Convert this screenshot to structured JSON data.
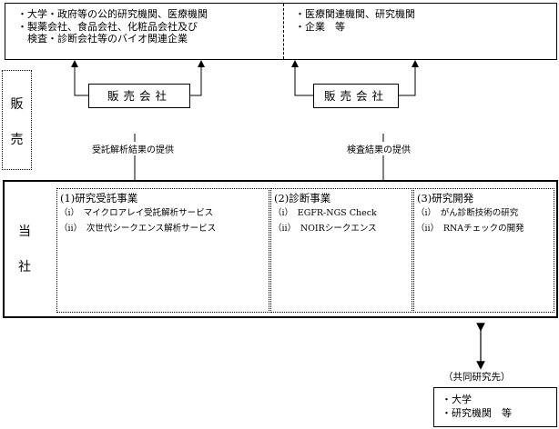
{
  "customers_left": [
    "・大学・政府等の公的研究機関、医療機関",
    "・製薬会社、食品会社、化粧品会社及び",
    "　検査・診断会社等のバイオ関連企業"
  ],
  "customers_right": [
    "・医療関連機関、研究機関",
    "・企業　等"
  ],
  "sales_label_chars": [
    "販",
    "売"
  ],
  "company_label_chars": [
    "当",
    "社"
  ],
  "sales_company_left": "販売会社",
  "sales_company_right": "販売会社",
  "flow_label_left": "受託解析結果の提供",
  "flow_label_right": "検査結果の提供",
  "businesses": [
    {
      "title": "(1)研究受託事業",
      "items": [
        "（ⅰ）　マイクロアレイ受託解析サービス",
        "（ⅱ）　次世代シークエンス解析サービス"
      ]
    },
    {
      "title": "(2)診断事業",
      "items": [
        "（ⅰ）　EGFR-NGS Check",
        "（ⅱ）　NOIRシークエンス"
      ]
    },
    {
      "title": "(3)研究開発",
      "items": [
        "（ⅰ）　がん診断技術の研究",
        "（ⅱ）　RNAチェックの開発"
      ]
    }
  ],
  "partners_heading": "（共同研究先）",
  "partners": [
    "・大学",
    "・研究機関　等"
  ]
}
